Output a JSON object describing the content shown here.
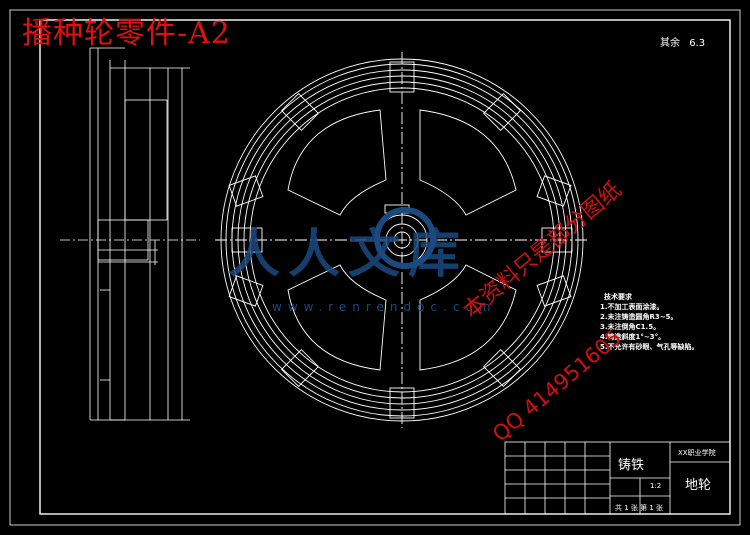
{
  "title": "播种轮零件-A2",
  "roughness": "其余",
  "roughness_symbol": "6.3",
  "tech_requirements": {
    "heading": "技术要求",
    "items": [
      "1.不加工表面涂漆。",
      "2.未注铸造圆角R3~5。",
      "3.未注倒角C1.5。",
      "4.铸造斜度1°~3°。",
      "5.不允许有砂眼、气孔等缺陷。"
    ]
  },
  "title_block": {
    "material": "铸铁",
    "part_name": "地轮",
    "school": "XX职业学院",
    "scale": "1:2",
    "sheet": "共 1 张 第 1 张"
  },
  "watermarks": {
    "blue_text": "人人文库",
    "url": "www.renrendoc.com",
    "red_line1": "本资料只是部分图纸",
    "red_line2": "QQ 414951605"
  },
  "colors": {
    "background": "#000000",
    "lines": "#ffffff",
    "title": "#e01010",
    "watermark_blue": "#1b4a80"
  }
}
